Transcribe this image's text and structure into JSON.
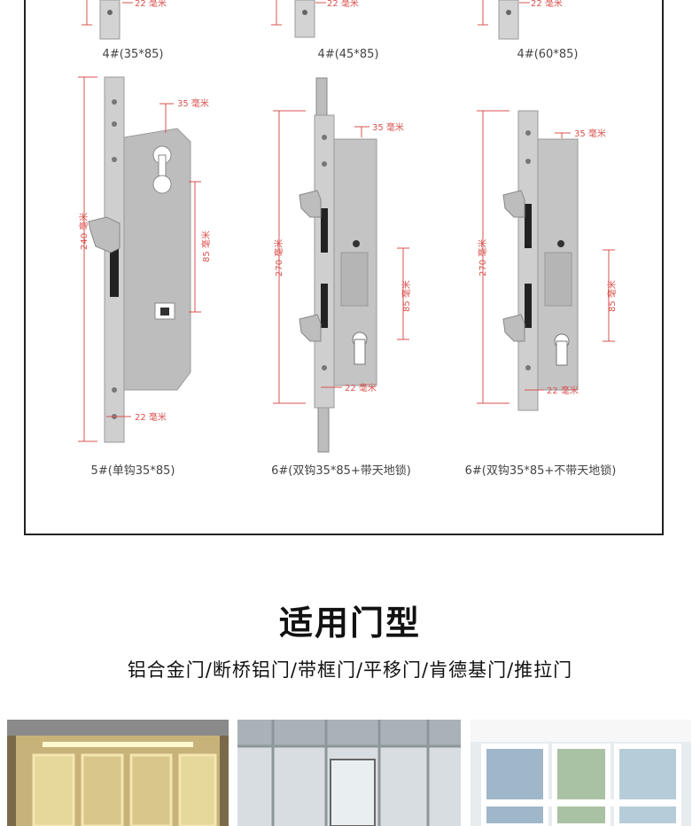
{
  "top_row": {
    "dim_label": "22 毫米",
    "captions": [
      "4#(35*85)",
      "4#(45*85)",
      "4#(60*85)"
    ]
  },
  "locks": [
    {
      "caption": "5#(单钩35*85)",
      "dim_width": "35 毫米",
      "dim_height": "240 毫米",
      "dim_center": "85 毫米",
      "dim_bottom": "22 毫米"
    },
    {
      "caption": "6#(双钩35*85+带天地锁)",
      "dim_width": "35 毫米",
      "dim_height": "270 毫米",
      "dim_center": "85 毫米",
      "dim_bottom": "22 毫米"
    },
    {
      "caption": "6#(双钩35*85+不带天地锁)",
      "dim_width": "35 毫米",
      "dim_height": "270 毫米",
      "dim_center": "85 毫米",
      "dim_bottom": "22 毫米"
    }
  ],
  "section": {
    "title": "适用门型",
    "subtitle": "铝合金门/断桥铝门/带框门/平移门/肯德基门/推拉门"
  },
  "colors": {
    "dimension_line": "#d9534f",
    "steel": "#c8c8c8",
    "border": "#222222"
  }
}
